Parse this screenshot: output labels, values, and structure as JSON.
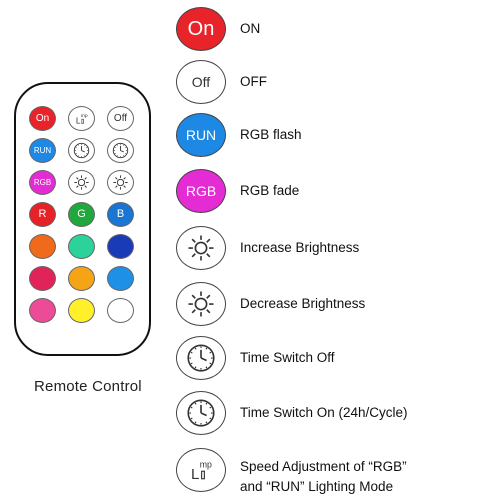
{
  "remote": {
    "label": "Remote Control",
    "buttons": [
      {
        "row": 0,
        "col": 0,
        "type": "text",
        "text": "On",
        "color": "#e8232a",
        "icon": "on-button"
      },
      {
        "row": 0,
        "col": 1,
        "type": "mp",
        "text": "mp",
        "color": "#ffffff",
        "icon": "speed-lamp-icon"
      },
      {
        "row": 0,
        "col": 2,
        "type": "text",
        "text": "Off",
        "color": "#ffffff",
        "icon": "off-button"
      },
      {
        "row": 1,
        "col": 0,
        "type": "text",
        "text": "RUN",
        "color": "#1e88e5",
        "icon": "run-button"
      },
      {
        "row": 1,
        "col": 1,
        "type": "clock",
        "color": "#ffffff",
        "icon": "clock-icon"
      },
      {
        "row": 1,
        "col": 2,
        "type": "clock",
        "color": "#ffffff",
        "icon": "clock-icon"
      },
      {
        "row": 2,
        "col": 0,
        "type": "text",
        "text": "RGB",
        "color": "#e52bd4",
        "icon": "rgb-fade-button"
      },
      {
        "row": 2,
        "col": 1,
        "type": "sun",
        "color": "#ffffff",
        "icon": "brightness-up-icon"
      },
      {
        "row": 2,
        "col": 2,
        "type": "sun",
        "color": "#ffffff",
        "icon": "brightness-down-icon"
      },
      {
        "row": 3,
        "col": 0,
        "type": "text",
        "text": "R",
        "color": "#e62229",
        "icon": "red-button"
      },
      {
        "row": 3,
        "col": 1,
        "type": "text",
        "text": "G",
        "color": "#1fa83b",
        "icon": "green-button"
      },
      {
        "row": 3,
        "col": 2,
        "type": "text",
        "text": "B",
        "color": "#1976d2",
        "icon": "blue-button"
      },
      {
        "row": 4,
        "col": 0,
        "type": "color",
        "color": "#f06a1c",
        "icon": "orange-button"
      },
      {
        "row": 4,
        "col": 1,
        "type": "color",
        "color": "#2bd39a",
        "icon": "teal-button"
      },
      {
        "row": 4,
        "col": 2,
        "type": "color",
        "color": "#1a3bb8",
        "icon": "navy-button"
      },
      {
        "row": 5,
        "col": 0,
        "type": "color",
        "color": "#e0245a",
        "icon": "crimson-button"
      },
      {
        "row": 5,
        "col": 1,
        "type": "color",
        "color": "#f5a416",
        "icon": "amber-button"
      },
      {
        "row": 5,
        "col": 2,
        "type": "color",
        "color": "#1e90e6",
        "icon": "sky-blue-button"
      },
      {
        "row": 6,
        "col": 0,
        "type": "color",
        "color": "#ec4c97",
        "icon": "pink-button"
      },
      {
        "row": 6,
        "col": 1,
        "type": "color",
        "color": "#fff02a",
        "icon": "yellow-button"
      },
      {
        "row": 6,
        "col": 2,
        "type": "color",
        "color": "#ffffff",
        "icon": "white-button"
      }
    ]
  },
  "legend": [
    {
      "type": "text",
      "text": "On",
      "color": "#e8232a",
      "icon": "on-icon",
      "label": "ON"
    },
    {
      "type": "text",
      "text": "Off",
      "color": "#ffffff",
      "icon": "off-icon",
      "label": "OFF"
    },
    {
      "type": "text",
      "text": "RUN",
      "color": "#1e88e5",
      "icon": "run-icon",
      "label": "RGB flash"
    },
    {
      "type": "text",
      "text": "RGB",
      "color": "#e52bd4",
      "icon": "rgb-fade-icon",
      "label": "RGB fade"
    },
    {
      "type": "sun",
      "color": "#ffffff",
      "icon": "brightness-up-icon",
      "label": "Increase Brightness"
    },
    {
      "type": "sun",
      "color": "#ffffff",
      "icon": "brightness-down-icon",
      "label": "Decrease Brightness"
    },
    {
      "type": "clock",
      "color": "#ffffff",
      "icon": "clock-icon",
      "label": "Time Switch Off"
    },
    {
      "type": "clock",
      "color": "#ffffff",
      "icon": "clock-icon",
      "label": "Time Switch On (24h/Cycle)"
    },
    {
      "type": "mp",
      "text": "mp",
      "color": "#ffffff",
      "icon": "speed-lamp-icon",
      "label": "Speed Adjustment of “RGB”",
      "label2": "and “RUN” Lighting Mode"
    }
  ]
}
